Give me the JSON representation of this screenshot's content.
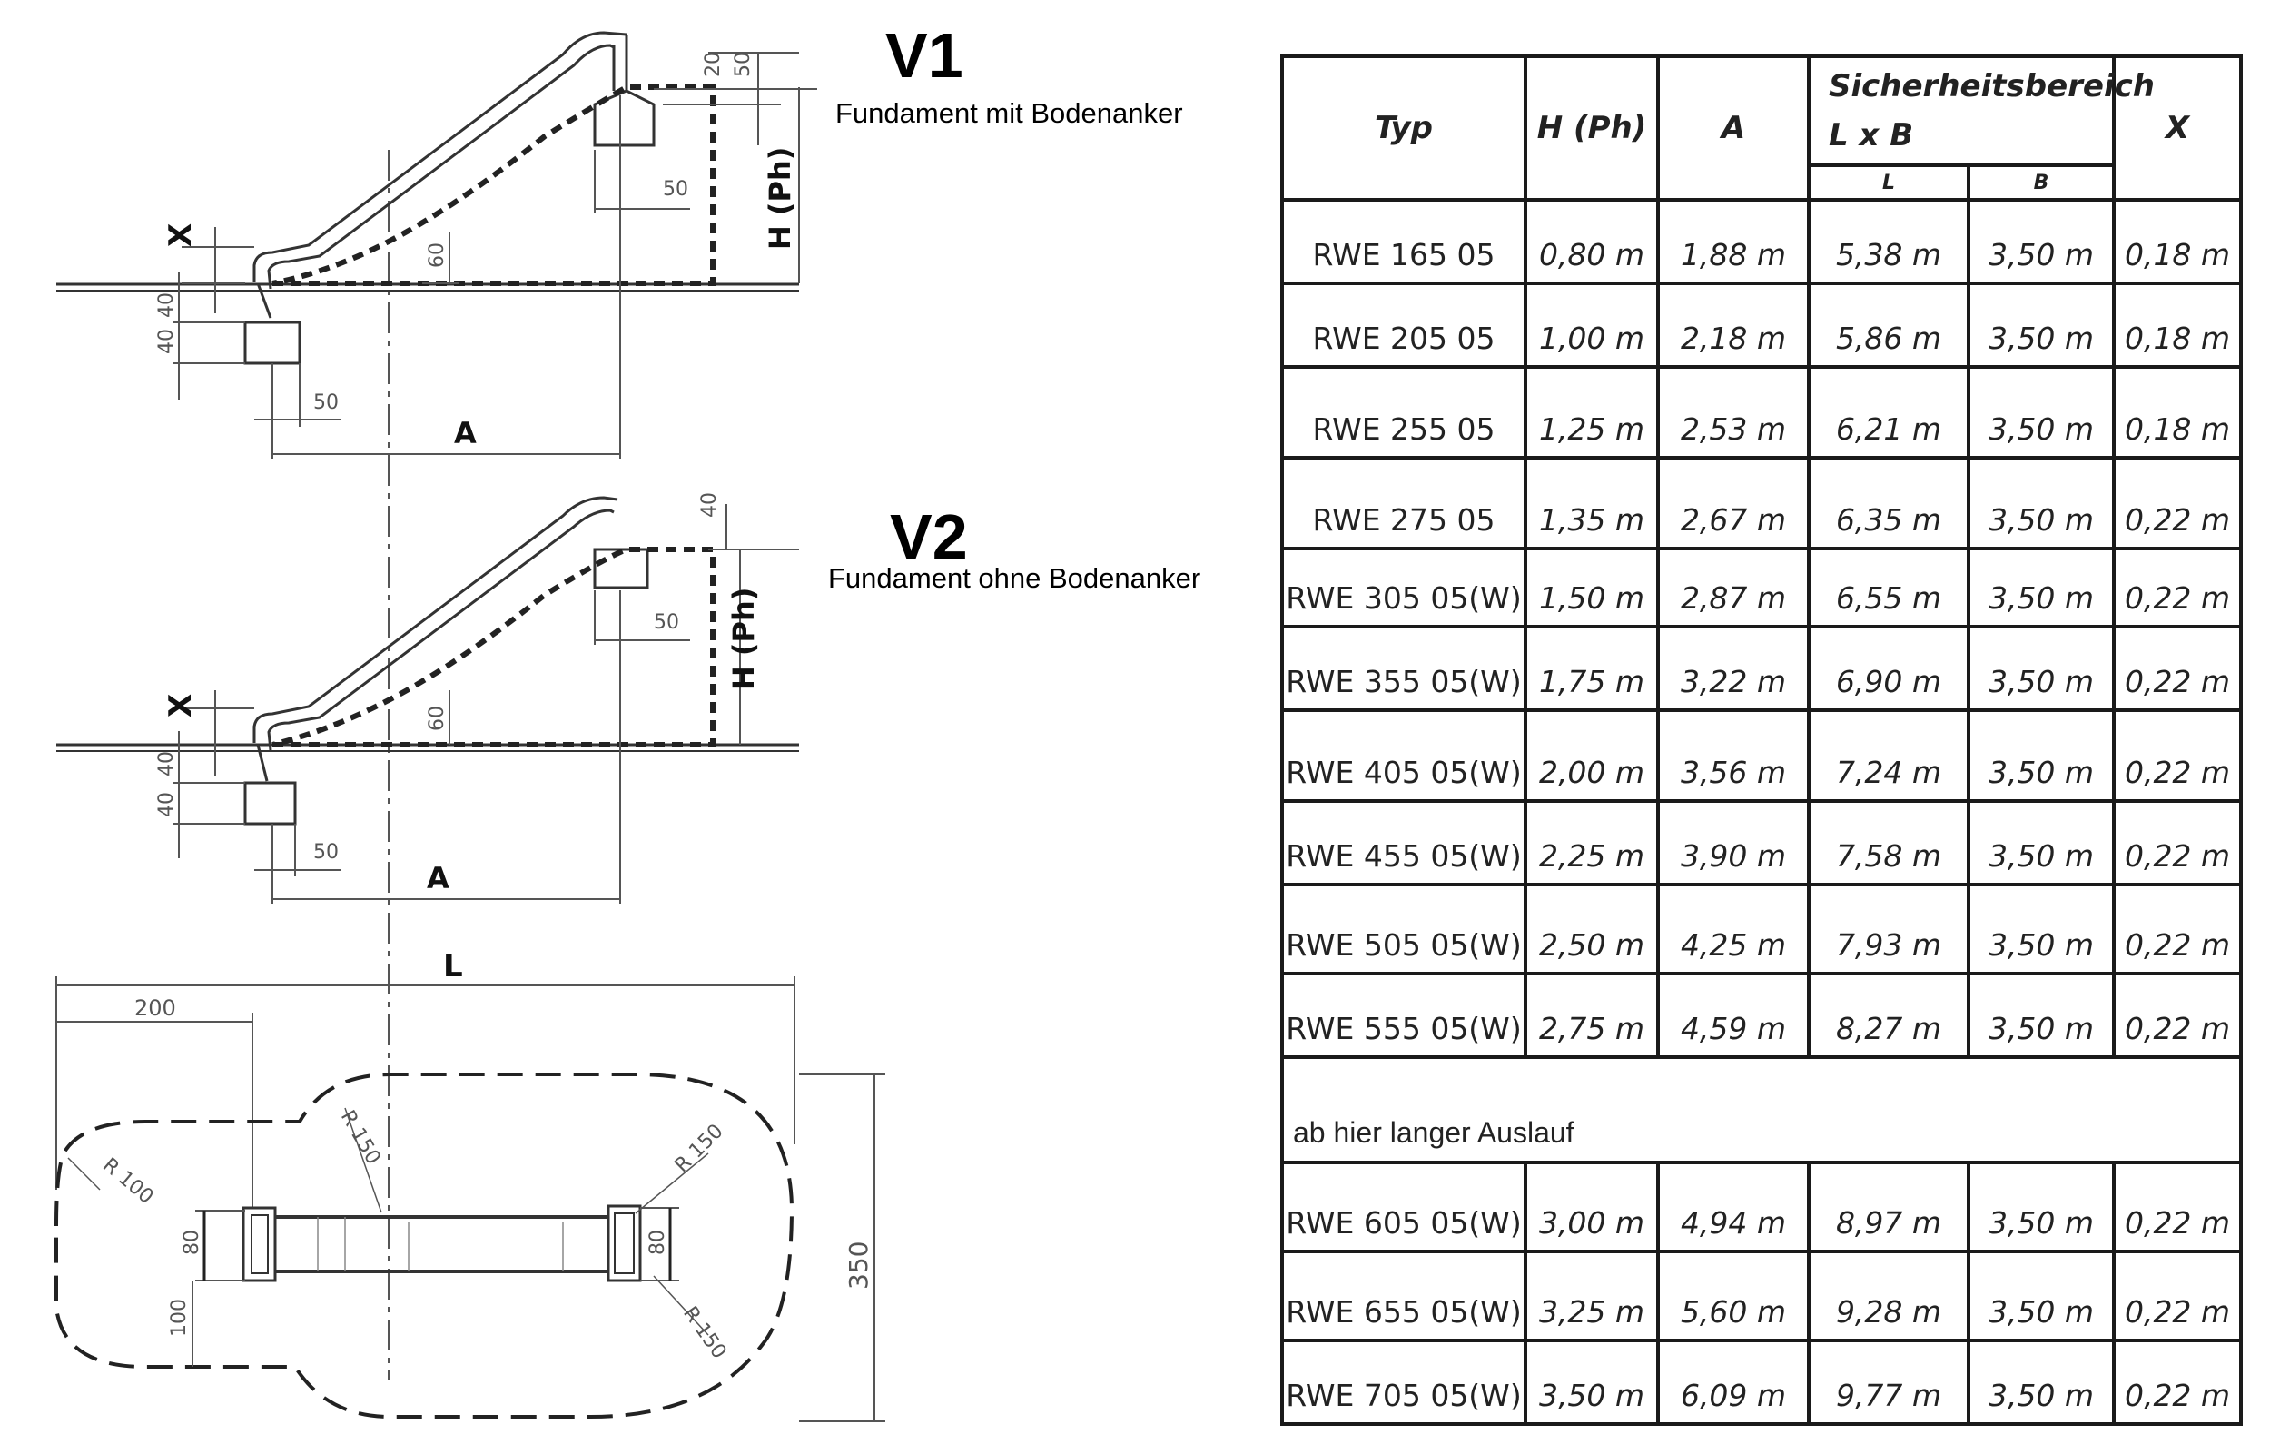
{
  "variant1": {
    "label": "V1",
    "caption": "Fundament mit Bodenanker"
  },
  "variant2": {
    "label": "V2",
    "caption": "Fundament ohne Bodenanker"
  },
  "drawing_labels": {
    "x": "X",
    "a": "A",
    "h": "H (Ph)",
    "l": "L",
    "d20": "20",
    "d50": "50",
    "d40": "40",
    "d60": "60",
    "d200": "200",
    "d80": "80",
    "d100": "100",
    "d350": "350",
    "r100": "R 100",
    "r150": "R 150"
  },
  "table": {
    "headers": {
      "typ": "Typ",
      "h": "H (Ph)",
      "a": "A",
      "safety": "Sicherheitsbereich",
      "lxb": "L x B",
      "l": "L",
      "b": "B",
      "x": "X"
    },
    "rows": [
      {
        "typ": "RWE 165 05",
        "h": "0,80  m",
        "a": "1,88  m",
        "l": "5,38 m",
        "b": "3,50 m",
        "x": "0,18 m"
      },
      {
        "typ": "RWE 205 05",
        "h": "1,00  m",
        "a": "2,18  m",
        "l": "5,86 m",
        "b": "3,50 m",
        "x": "0,18 m"
      },
      {
        "typ": "RWE 255 05",
        "h": "1,25  m",
        "a": "2,53  m",
        "l": "6,21 m",
        "b": "3,50 m",
        "x": "0,18 m"
      },
      {
        "typ": "RWE 275 05",
        "h": "1,35  m",
        "a": "2,67  m",
        "l": "6,35 m",
        "b": "3,50 m",
        "x": "0,22 m"
      },
      {
        "typ": "RWE 305 05(W)",
        "h": "1,50  m",
        "a": "2,87  m",
        "l": "6,55 m",
        "b": "3,50 m",
        "x": "0,22 m"
      },
      {
        "typ": "RWE 355 05(W)",
        "h": "1,75  m",
        "a": "3,22  m",
        "l": "6,90 m",
        "b": "3,50 m",
        "x": "0,22 m"
      },
      {
        "typ": "RWE 405 05(W)",
        "h": "2,00  m",
        "a": "3,56  m",
        "l": "7,24 m",
        "b": "3,50 m",
        "x": "0,22 m"
      },
      {
        "typ": "RWE 455 05(W)",
        "h": "2,25  m",
        "a": "3,90  m",
        "l": "7,58 m",
        "b": "3,50 m",
        "x": "0,22 m"
      },
      {
        "typ": "RWE 505 05(W)",
        "h": "2,50  m",
        "a": "4,25  m",
        "l": "7,93 m",
        "b": "3,50 m",
        "x": "0,22 m"
      },
      {
        "typ": "RWE 555 05(W)",
        "h": "2,75  m",
        "a": "4,59  m",
        "l": "8,27 m",
        "b": "3,50 m",
        "x": "0,22 m"
      }
    ],
    "separator": "ab hier langer Auslauf",
    "rows_long": [
      {
        "typ": "RWE 605 05(W)",
        "h": "3,00  m",
        "a": "4,94  m",
        "l": "8,97 m",
        "b": "3,50 m",
        "x": "0,22 m"
      },
      {
        "typ": "RWE 655 05(W)",
        "h": "3,25  m",
        "a": "5,60  m",
        "l": "9,28 m",
        "b": "3,50 m",
        "x": "0,22 m"
      },
      {
        "typ": "RWE 705 05(W)",
        "h": "3,50  m",
        "a": "6,09  m",
        "l": "9,77 m",
        "b": "3,50 m",
        "x": "0,22 m"
      }
    ]
  }
}
